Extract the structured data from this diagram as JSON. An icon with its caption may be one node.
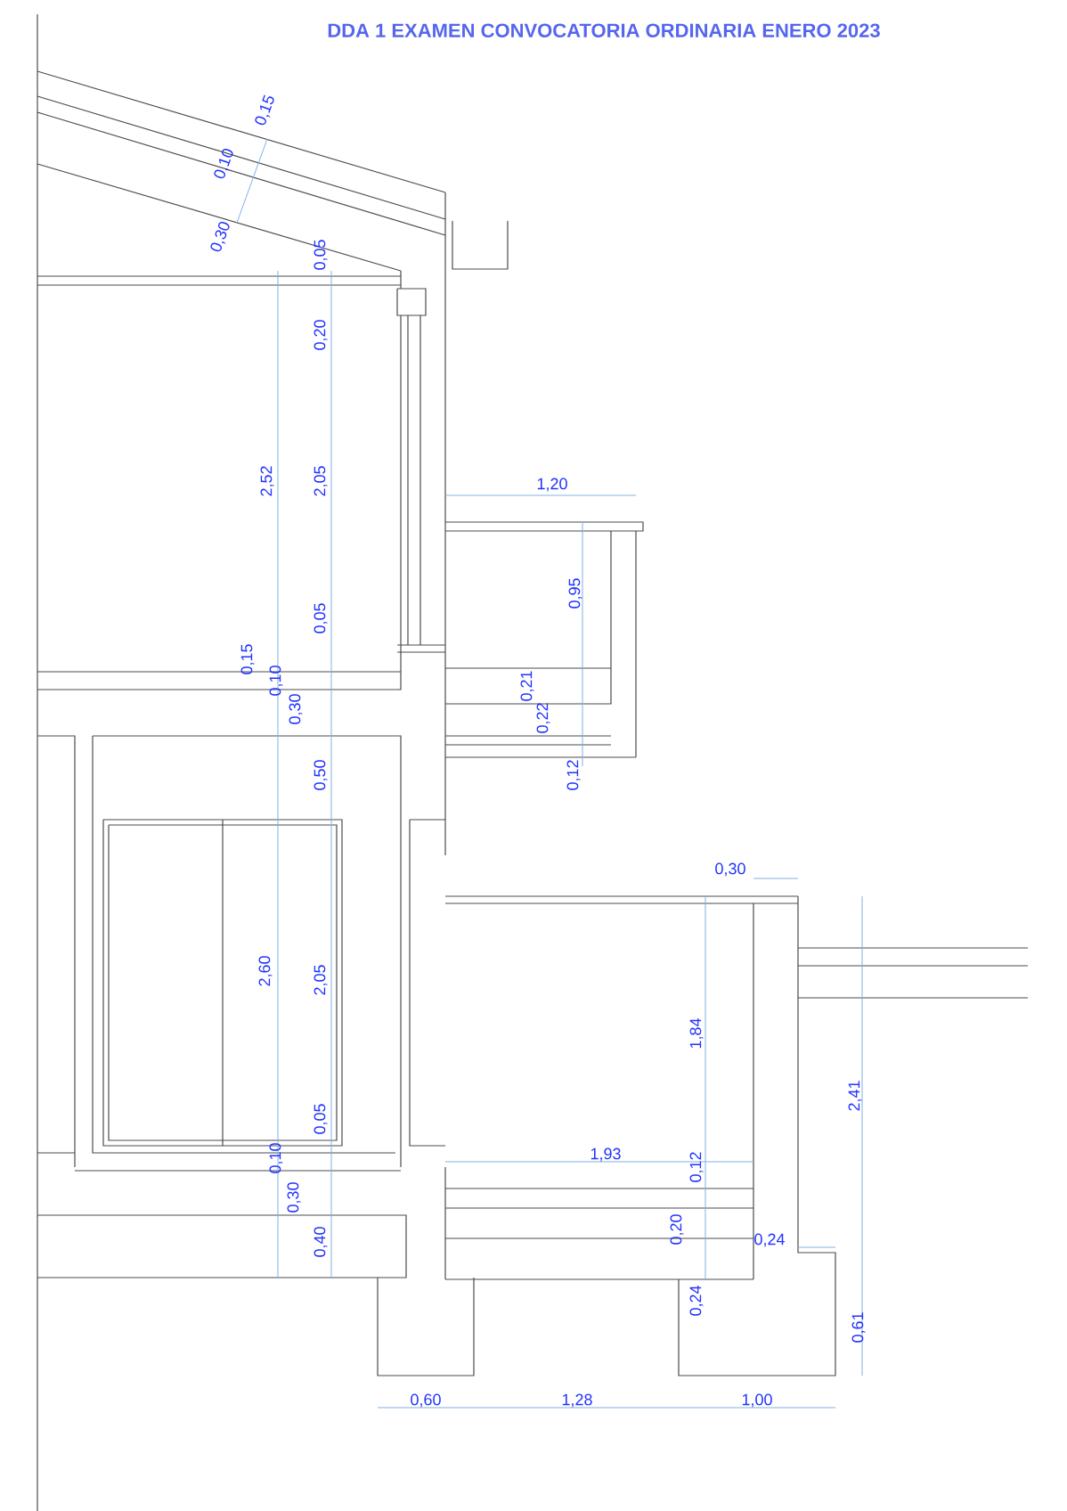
{
  "diagram": {
    "title": "DDA 1 EXAMEN CONVOCATORIA ORDINARIA ENERO 2023",
    "labels": [
      "0,15",
      "0,10",
      "0,30",
      "0,05",
      "0,20",
      "2,52",
      "2,05",
      "1,20",
      "0,95",
      "0,05",
      "0,15",
      "0,10",
      "0,30",
      "0,21",
      "0,22",
      "0,50",
      "0,12",
      "0,30",
      "2,60",
      "2,05",
      "1,84",
      "2,41",
      "0,05",
      "0,10",
      "1,93",
      "0,12",
      "0,30",
      "0,20",
      "0,40",
      "0,24",
      "0,24",
      "0,61",
      "0,60",
      "1,28",
      "1,00"
    ]
  }
}
